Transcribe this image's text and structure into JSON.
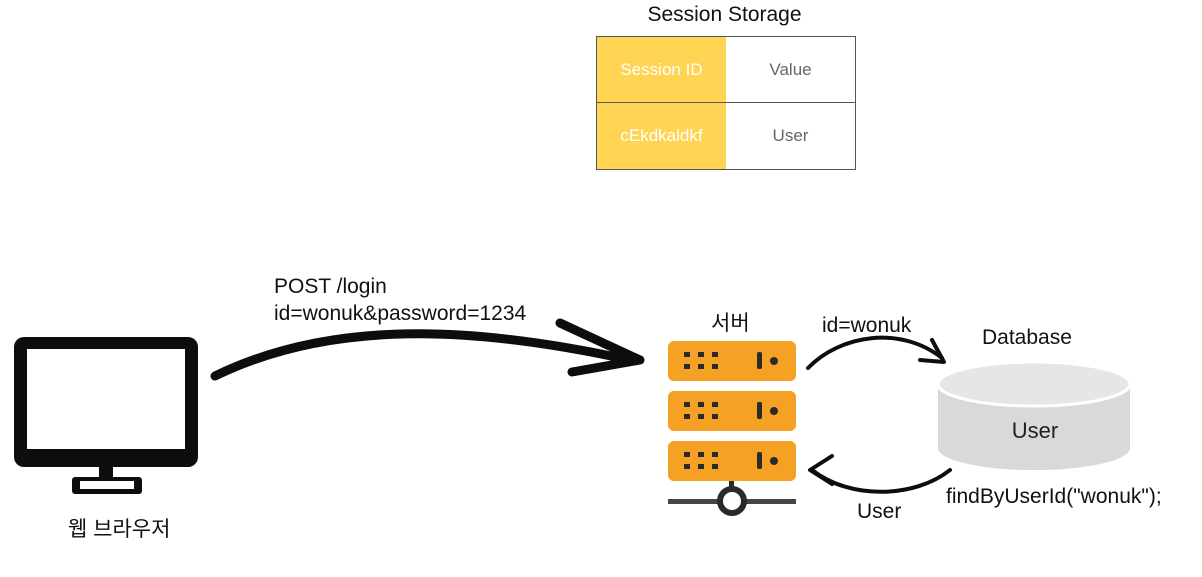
{
  "session_storage": {
    "title": "Session Storage",
    "header": {
      "key": "Session ID",
      "value": "Value"
    },
    "row": {
      "key": "cEkdkaldkf",
      "value": "User"
    }
  },
  "request": {
    "line1": "POST /login",
    "line2": "id=wonuk&password=1234"
  },
  "browser": {
    "label": "웹 브라우저"
  },
  "server": {
    "label": "서버"
  },
  "query_arrow": {
    "label": "id=wonuk"
  },
  "return_arrow": {
    "label": "User"
  },
  "database": {
    "title": "Database",
    "table": "User",
    "call": "findByUserId(\"wonuk\");"
  },
  "colors": {
    "server_orange": "#f4a124",
    "key_yellow": "#ffd452",
    "db_gray": "#d9d9d9"
  }
}
